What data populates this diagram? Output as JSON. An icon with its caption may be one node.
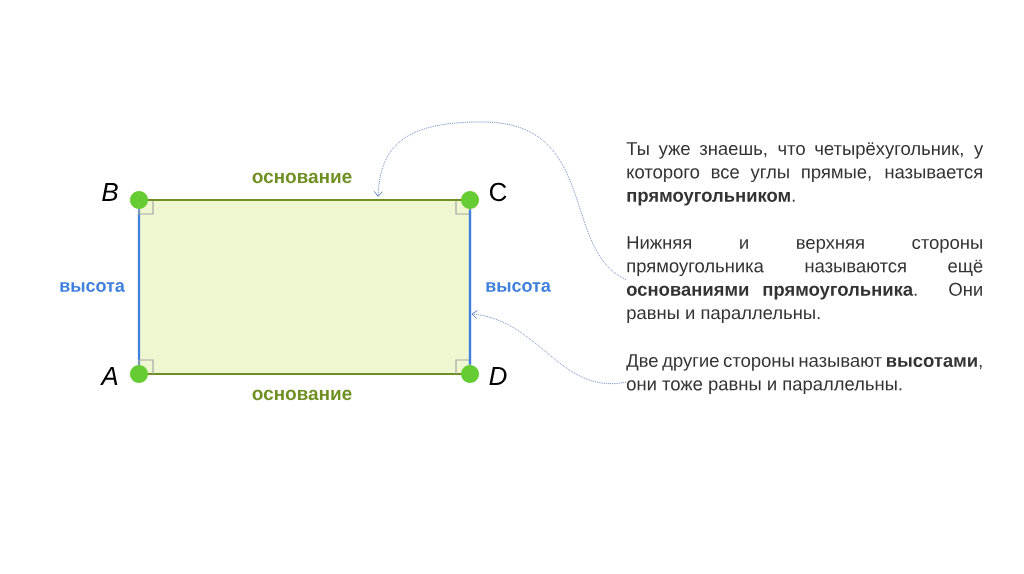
{
  "diagram": {
    "nodes": [
      {
        "text": [],
        "shape": "line"
      },
      {
        "text": [],
        "shape": "line"
      },
      {
        "text": [
          "Нижняя и верхняя стороны прямоугольника называются ещё **основаниями прямоугольника**. Они равны и параллельны."
        ]
      },
      {
        "text": [
          "Две другие стороны называют **высотами**, они тоже равны и параллельны."
        ]
      }
    ],
    "edges": [
      {
        "from": 2,
        "to": 0,
        "arrow": "to",
        "style": "dashed"
      },
      {
        "from": 3,
        "to": 1,
        "arrow": "to",
        "style": "dashed"
      }
    ],
    "labels": [
      "Ты уже знаешь, что четырёхугольник, у которого все углы прямые, называется **прямоугольником**.",
      "B",
      "основание",
      "C",
      "высота",
      "высота",
      "A",
      "D",
      "основание"
    ]
  }
}
